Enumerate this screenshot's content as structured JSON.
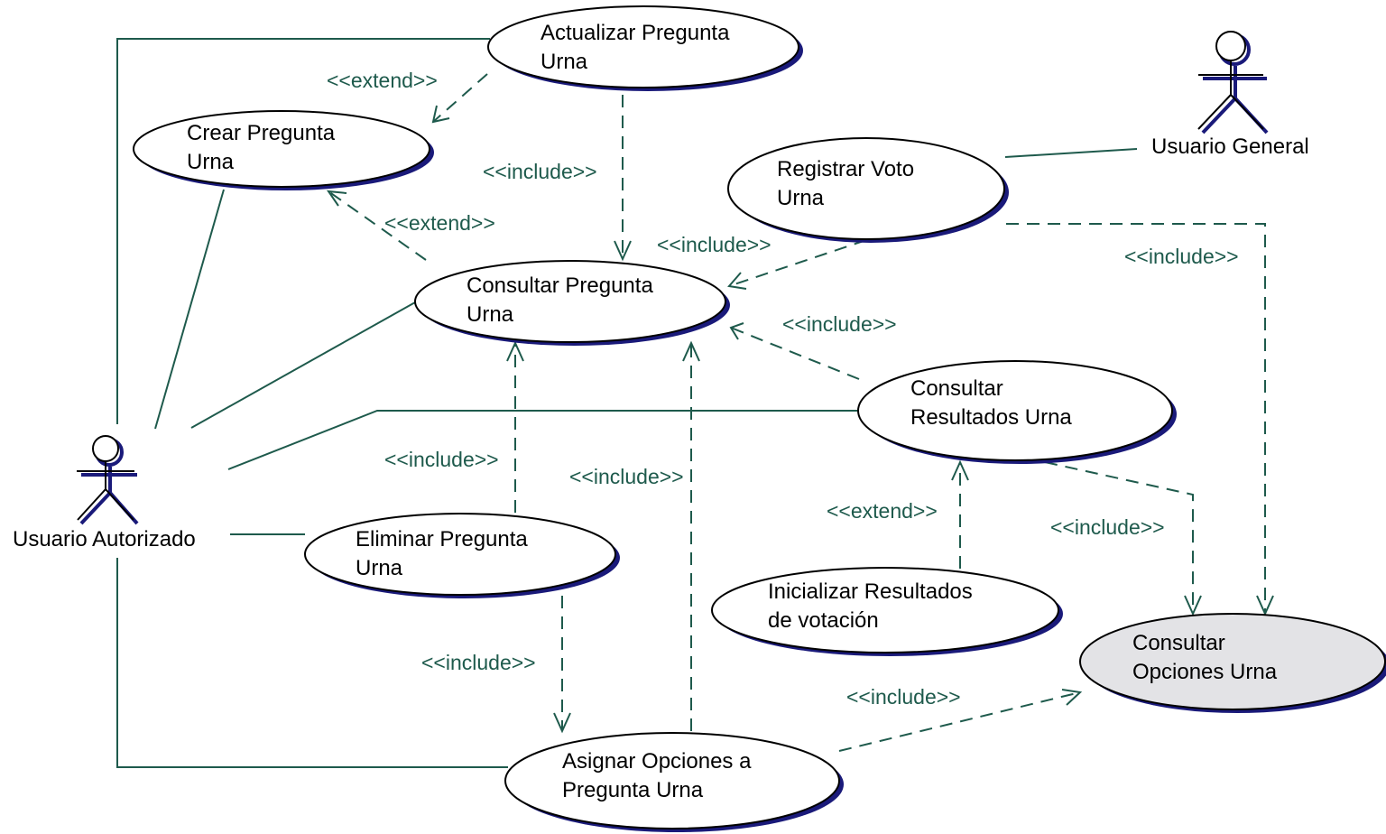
{
  "diagram": {
    "actors": [
      {
        "id": "usuario-autorizado",
        "label": "Usuario Autorizado"
      },
      {
        "id": "usuario-general",
        "label": "Usuario General"
      }
    ],
    "use_cases": [
      {
        "id": "actualizar",
        "lines": [
          "Actualizar Pregunta",
          "Urna"
        ],
        "highlighted": false
      },
      {
        "id": "crear",
        "lines": [
          "Crear Pregunta",
          "Urna"
        ],
        "highlighted": false
      },
      {
        "id": "registrar",
        "lines": [
          "Registrar Voto",
          "Urna"
        ],
        "highlighted": false
      },
      {
        "id": "consultar-pregunta",
        "lines": [
          "Consultar Pregunta",
          "Urna"
        ],
        "highlighted": false
      },
      {
        "id": "consultar-resultados",
        "lines": [
          "Consultar",
          "Resultados Urna"
        ],
        "highlighted": false
      },
      {
        "id": "eliminar",
        "lines": [
          "Eliminar Pregunta",
          "Urna"
        ],
        "highlighted": false
      },
      {
        "id": "inicializar",
        "lines": [
          "Inicializar Resultados",
          "de votación"
        ],
        "highlighted": false
      },
      {
        "id": "consultar-opciones",
        "lines": [
          "Consultar",
          "Opciones Urna"
        ],
        "highlighted": true
      },
      {
        "id": "asignar",
        "lines": [
          "Asignar Opciones a",
          "Pregunta Urna"
        ],
        "highlighted": false
      }
    ],
    "relationships": [
      {
        "id": "ext-actualizar-crear",
        "label": "<<extend>>"
      },
      {
        "id": "inc-actualizar-consultar",
        "label": "<<include>>"
      },
      {
        "id": "ext-consultar-crear",
        "label": "<<extend>>"
      },
      {
        "id": "inc-registrar-consultar",
        "label": "<<include>>"
      },
      {
        "id": "inc-registrar-opciones",
        "label": "<<include>>"
      },
      {
        "id": "inc-resultados-consultar",
        "label": "<<include>>"
      },
      {
        "id": "inc-eliminar-consultar",
        "label": "<<include>>"
      },
      {
        "id": "inc-asignar-consultar",
        "label": "<<include>>"
      },
      {
        "id": "ext-inicializar-resultados",
        "label": "<<extend>>"
      },
      {
        "id": "inc-resultados-opciones",
        "label": "<<include>>"
      },
      {
        "id": "inc-eliminar-asignar",
        "label": "<<include>>"
      },
      {
        "id": "inc-asignar-opciones",
        "label": "<<include>>"
      }
    ]
  },
  "colors": {
    "line": "#1e5a4c",
    "shadow": "#1a1a7a",
    "highlight_fill": "#e3e3e6",
    "normal_fill": "#ffffff"
  }
}
